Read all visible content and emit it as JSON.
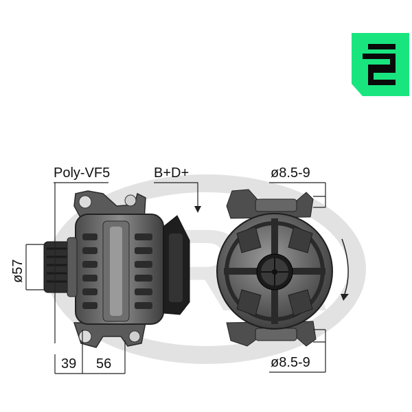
{
  "brand": {
    "logo_letter": "e",
    "logo_color": "#19e57f",
    "watermark_text": "ERA",
    "watermark_color": "#e2e2e2"
  },
  "labels": {
    "pulley": "Poly-VF5",
    "terminal": "B+D+",
    "bore_top": "ø8.5-9",
    "bore_bottom": "ø8.5-9",
    "pulley_diameter": "ø57",
    "dim_a": "39",
    "dim_b": "56"
  },
  "icons": {
    "rotation": "rotation-arrow-icon"
  }
}
